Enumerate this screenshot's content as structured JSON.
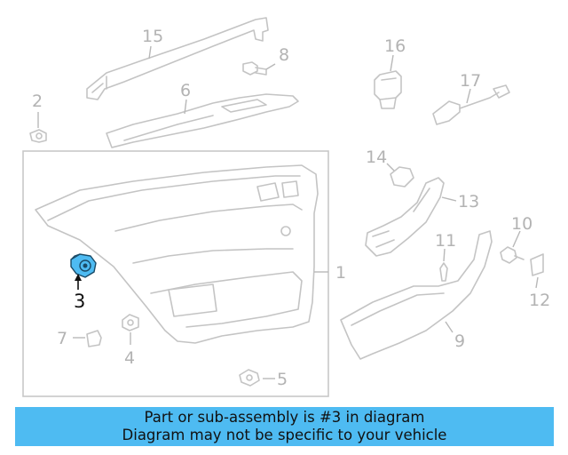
{
  "diagram": {
    "highlight_color": "#4ebbf2",
    "callouts": {
      "c1": "1",
      "c2": "2",
      "c3": "3",
      "c4": "4",
      "c5": "5",
      "c6": "6",
      "c7": "7",
      "c8": "8",
      "c9": "9",
      "c10": "10",
      "c11": "11",
      "c12": "12",
      "c13": "13",
      "c14": "14",
      "c15": "15",
      "c16": "16",
      "c17": "17"
    }
  },
  "banner": {
    "line1": "Part or sub-assembly is #3 in diagram",
    "line2": "Diagram may not be specific to your vehicle",
    "background": "#4ebbf2"
  }
}
